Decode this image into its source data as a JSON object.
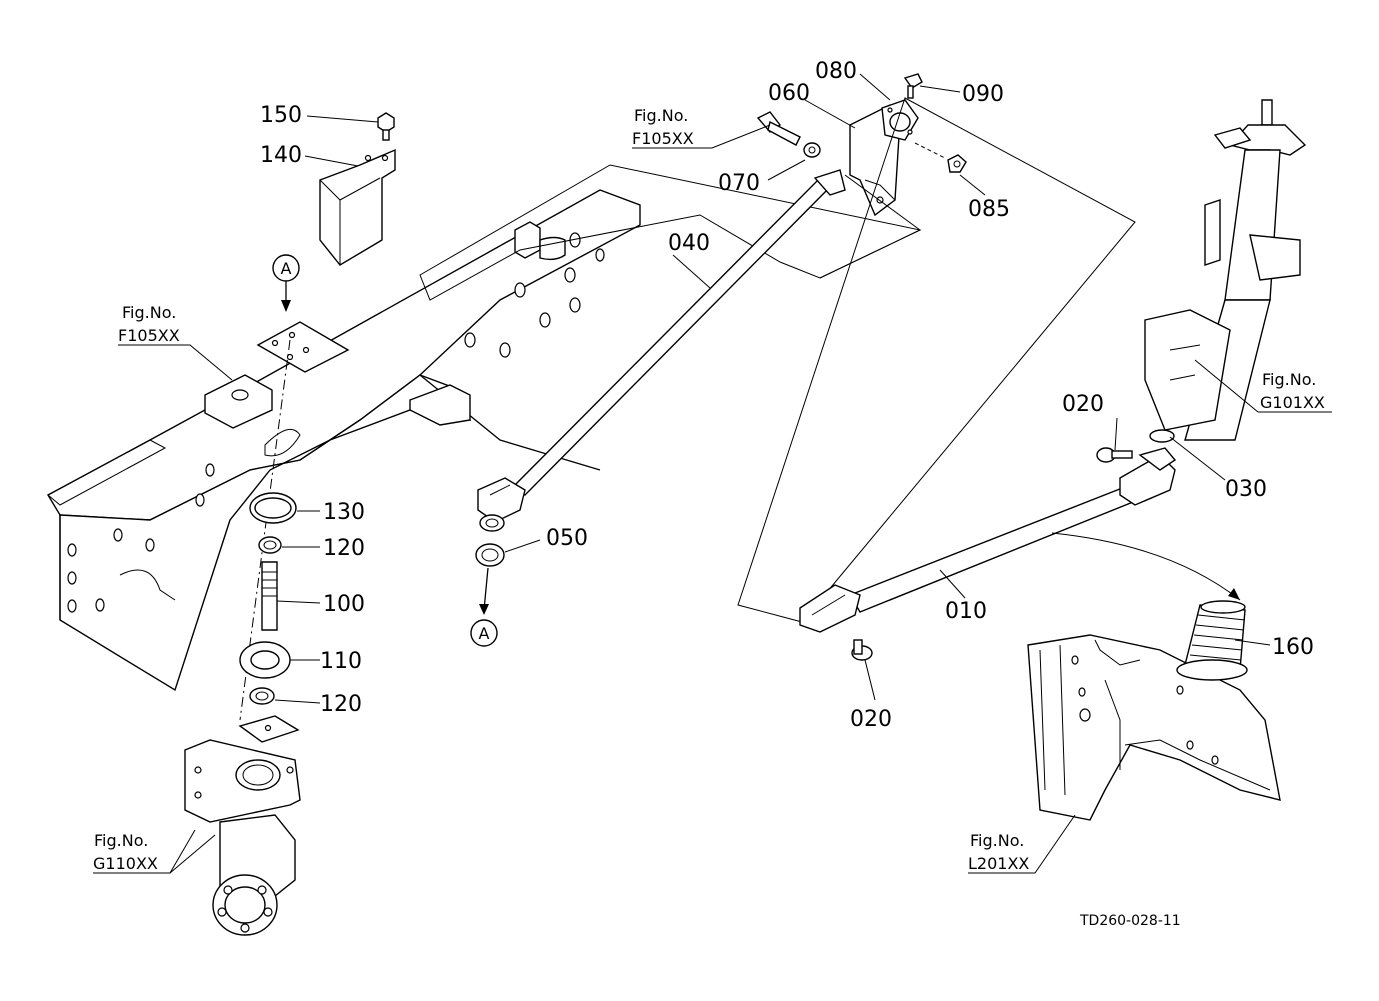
{
  "parts": [
    {
      "id": "p010",
      "label": "010"
    },
    {
      "id": "p020a",
      "label": "020"
    },
    {
      "id": "p020b",
      "label": "020"
    },
    {
      "id": "p030",
      "label": "030"
    },
    {
      "id": "p040",
      "label": "040"
    },
    {
      "id": "p050",
      "label": "050"
    },
    {
      "id": "p060",
      "label": "060"
    },
    {
      "id": "p070",
      "label": "070"
    },
    {
      "id": "p080",
      "label": "080"
    },
    {
      "id": "p085",
      "label": "085"
    },
    {
      "id": "p090",
      "label": "090"
    },
    {
      "id": "p100",
      "label": "100"
    },
    {
      "id": "p110",
      "label": "110"
    },
    {
      "id": "p120a",
      "label": "120"
    },
    {
      "id": "p120b",
      "label": "120"
    },
    {
      "id": "p130",
      "label": "130"
    },
    {
      "id": "p140",
      "label": "140"
    },
    {
      "id": "p150",
      "label": "150"
    },
    {
      "id": "p160",
      "label": "160"
    }
  ],
  "figure_refs": [
    {
      "prefix": "Fig.No.",
      "code": "F105XX"
    },
    {
      "prefix": "Fig.No.",
      "code": "F105XX"
    },
    {
      "prefix": "Fig.No.",
      "code": "G101XX"
    },
    {
      "prefix": "Fig.No.",
      "code": "G110XX"
    },
    {
      "prefix": "Fig.No.",
      "code": "L201XX"
    }
  ],
  "reference_marks": [
    "A",
    "A"
  ],
  "drawing_code": "TD260-028-11"
}
